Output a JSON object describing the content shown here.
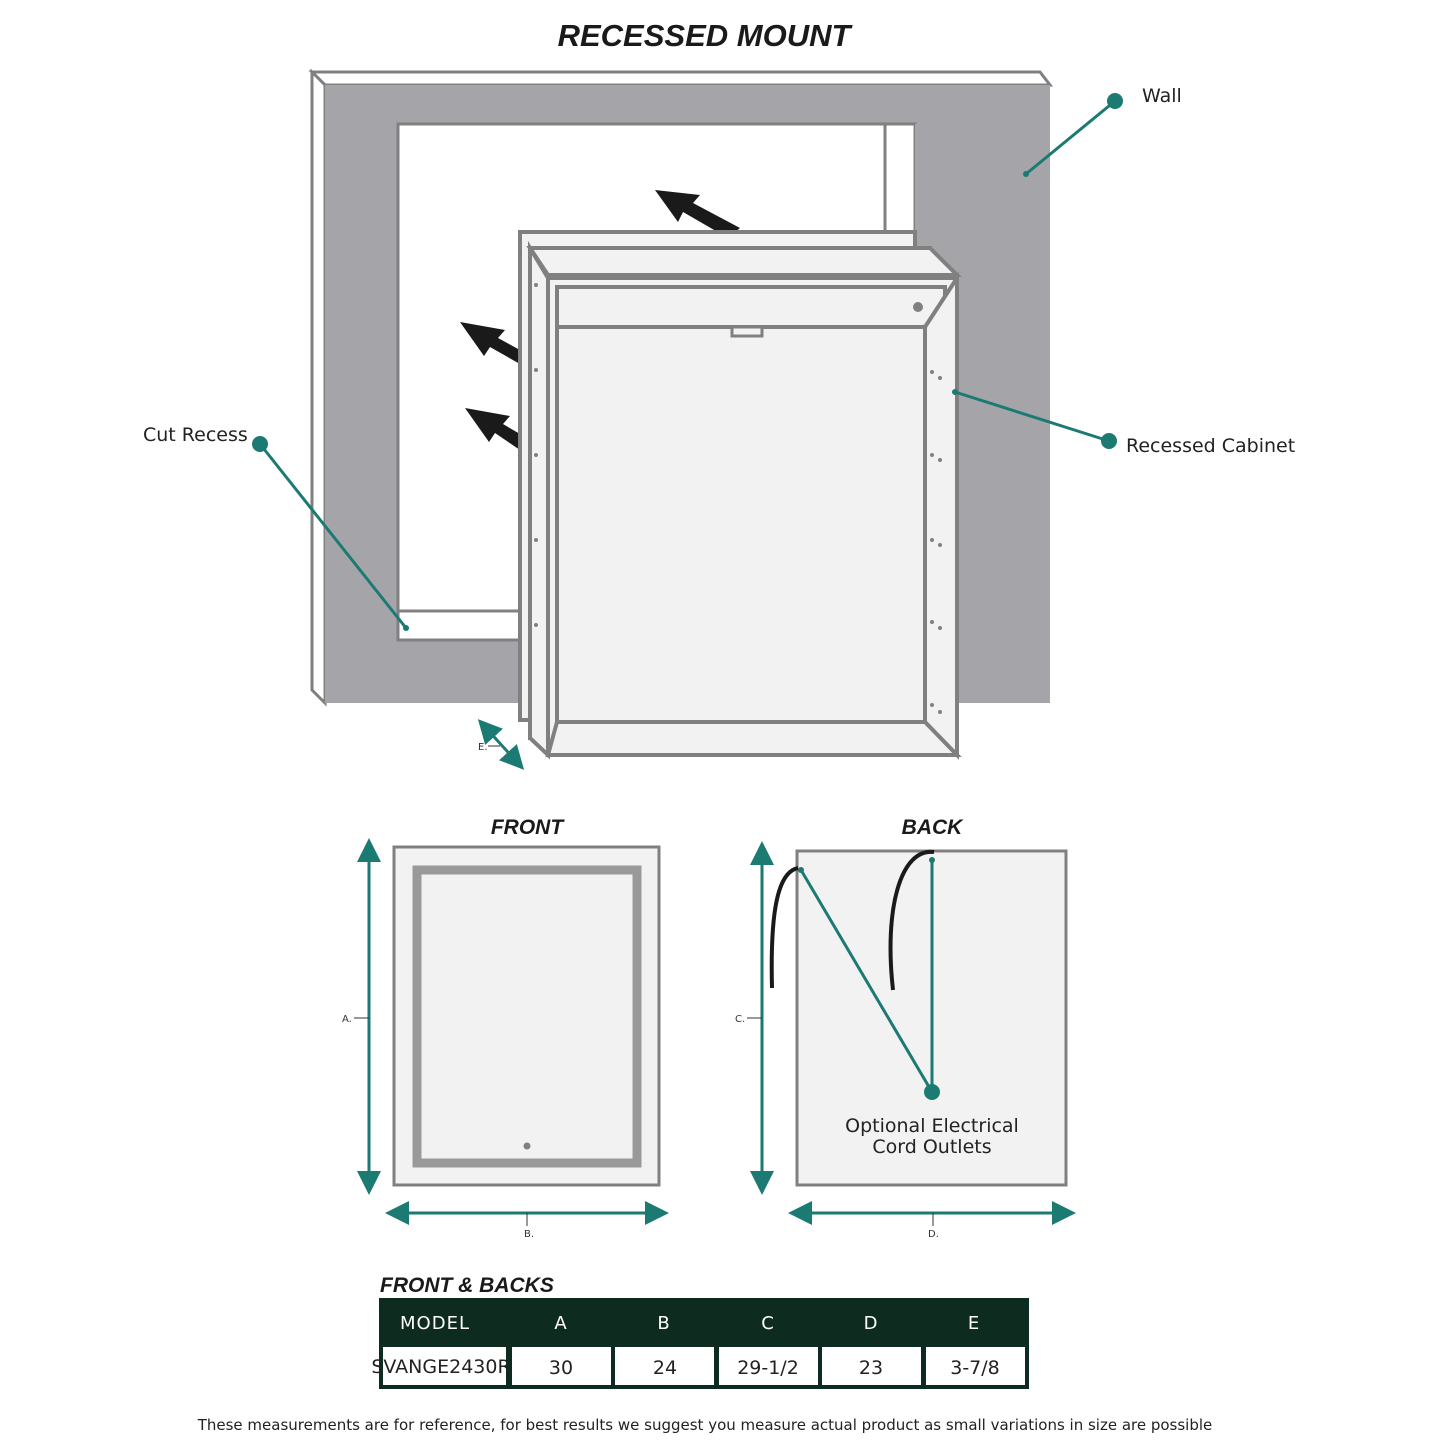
{
  "title": "RECESSED MOUNT",
  "callouts": {
    "wall": "Wall",
    "recessed_cabinet": "Recessed Cabinet",
    "cut_recess": "Cut Recess"
  },
  "front": {
    "title": "FRONT",
    "dim_a": "A.",
    "dim_b": "B."
  },
  "back": {
    "title": "BACK",
    "dim_c": "C.",
    "dim_d": "D.",
    "outlet_line1": "Optional Electrical",
    "outlet_line2": "Cord Outlets"
  },
  "dim_e": "E.",
  "table": {
    "title": "FRONT & BACKS",
    "headers": [
      "MODEL",
      "A",
      "B",
      "C",
      "D",
      "E"
    ],
    "row": [
      "SVANGE2430R",
      "30",
      "24",
      "29-1/2",
      "23",
      "3-7/8"
    ]
  },
  "footer": "These measurements are for reference, for best results we suggest you measure actual product as small variations in size are possible",
  "colors": {
    "wall": "#a5a5a9",
    "teal": "#1b7a72",
    "header": "#0e2b20",
    "outline": "#808080"
  }
}
